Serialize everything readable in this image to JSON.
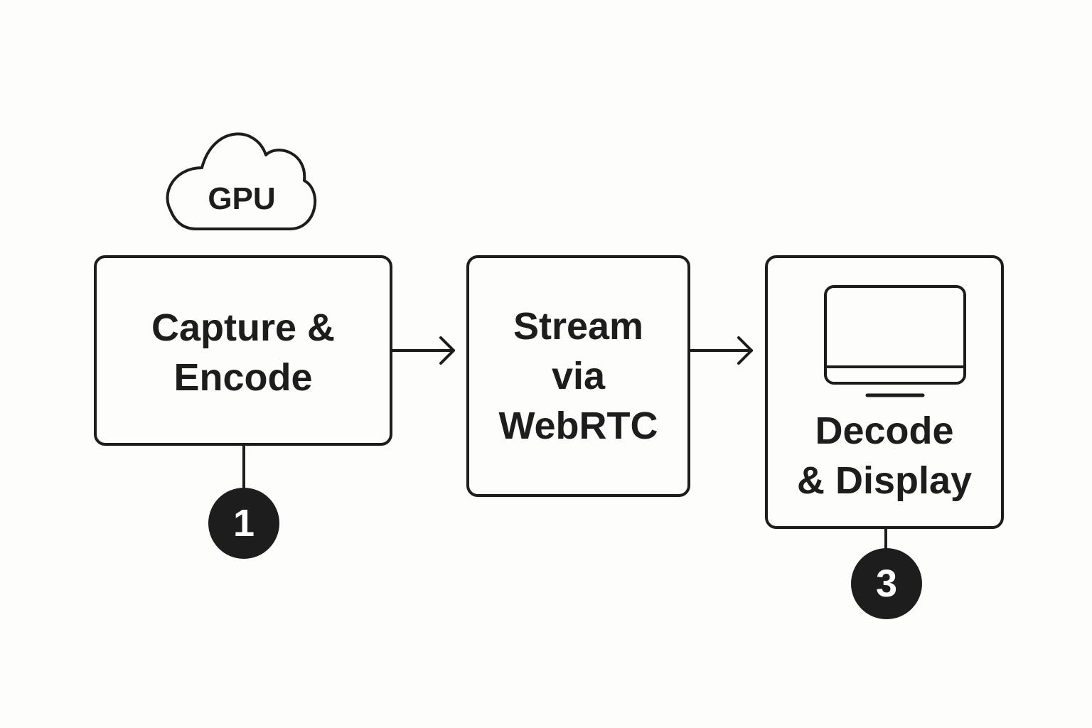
{
  "diagram": {
    "cloud": {
      "label": "GPU",
      "icon": "cloud-icon"
    },
    "steps": [
      {
        "label": "Capture &\nEncode",
        "badge": "1"
      },
      {
        "label": "Stream\nvia\nWebRTC"
      },
      {
        "label": "Decode\n& Display",
        "badge": "3",
        "icon": "monitor-icon"
      }
    ],
    "connectors": [
      {
        "from": "Capture & Encode",
        "to": "Stream via WebRTC",
        "icon": "arrow-right-icon"
      },
      {
        "from": "Stream via WebRTC",
        "to": "Decode & Display",
        "icon": "arrow-right-icon"
      }
    ],
    "colors": {
      "ink": "#1d1d1d",
      "background": "#fdfdfb",
      "badge_text": "#ffffff"
    }
  }
}
